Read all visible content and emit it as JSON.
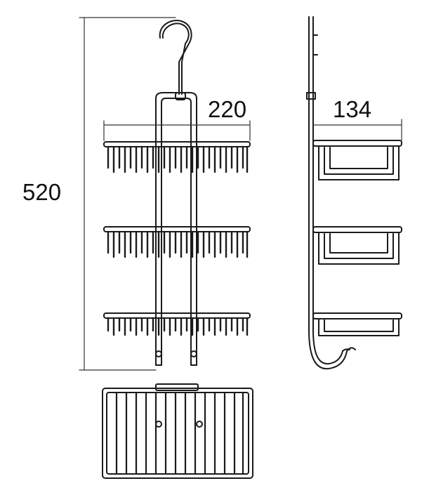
{
  "dimensions": {
    "height": "520",
    "width": "220",
    "depth": "134"
  },
  "colors": {
    "line": "#1a1a1a",
    "dimension_line": "#333333",
    "background": "#ffffff"
  }
}
